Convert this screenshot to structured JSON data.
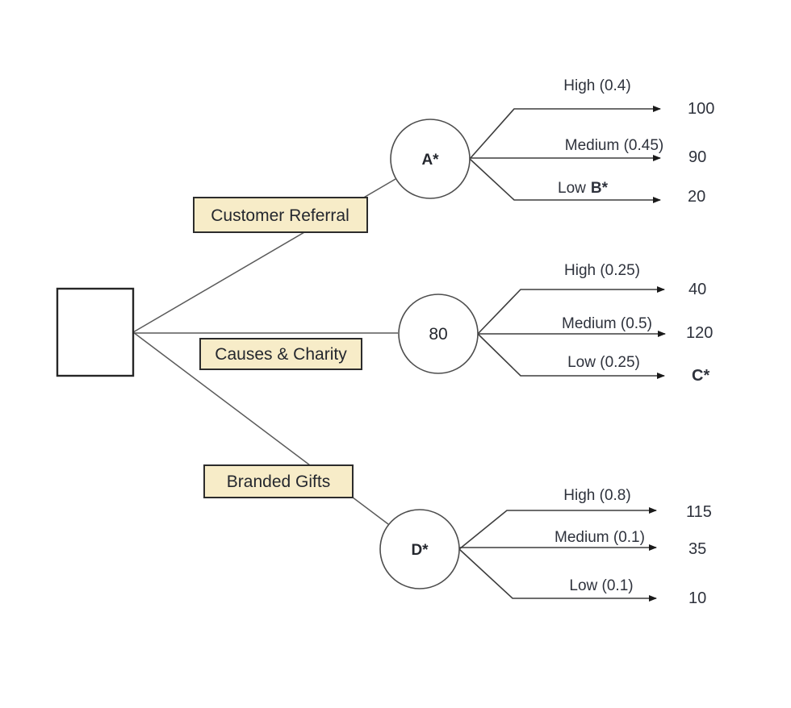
{
  "tree": {
    "root": {
      "shape": "square",
      "label": ""
    },
    "branches": [
      {
        "action": "Customer Referral",
        "node_label": "A*",
        "outcomes": [
          {
            "label": "High (0.4)",
            "value": "100"
          },
          {
            "label": "Medium (0.45)",
            "value": "90"
          },
          {
            "label": "Low",
            "tag": "B*",
            "value": "20"
          }
        ]
      },
      {
        "action": "Causes & Charity",
        "node_label": "80",
        "outcomes": [
          {
            "label": "High (0.25)",
            "value": "40"
          },
          {
            "label": "Medium (0.5)",
            "value": "120"
          },
          {
            "label": "Low (0.25)",
            "value": "C*"
          }
        ]
      },
      {
        "action": "Branded Gifts",
        "node_label": "D*",
        "outcomes": [
          {
            "label": "High (0.8)",
            "value": "115"
          },
          {
            "label": "Medium (0.1)",
            "value": "35"
          },
          {
            "label": "Low (0.1)",
            "value": "10"
          }
        ]
      }
    ],
    "colors": {
      "action_box_bg": "#f7ecc8",
      "action_box_border": "#2c2c2c",
      "line": "#3d3d3d",
      "text": "#2e323c"
    }
  }
}
